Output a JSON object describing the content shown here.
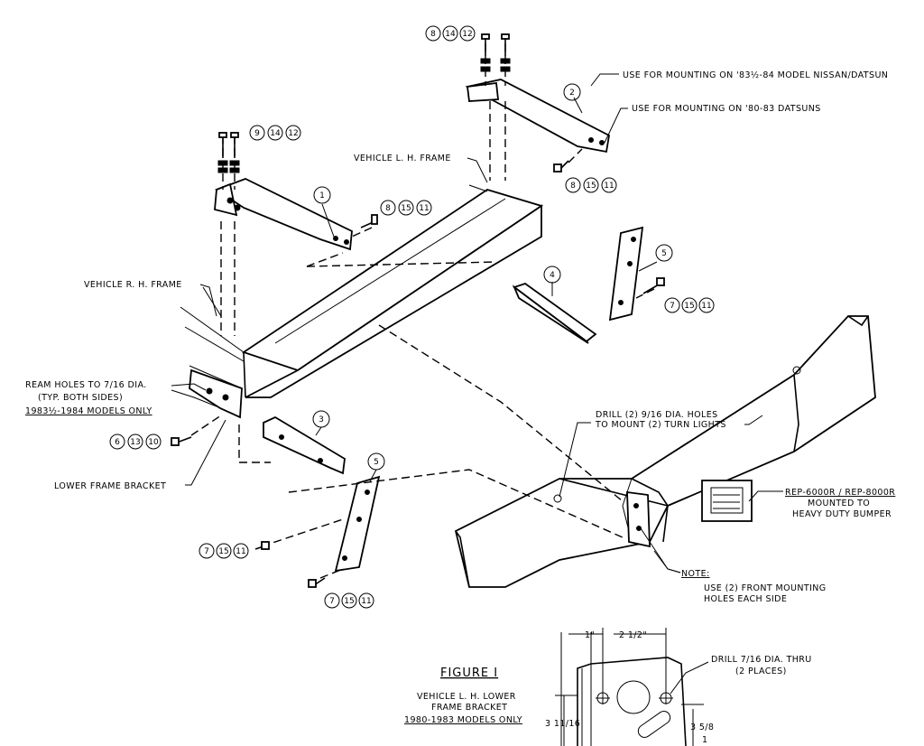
{
  "callouts": {
    "top_center_parts": [
      "8",
      "14",
      "12"
    ],
    "left_bolt_parts": [
      "9",
      "14",
      "12"
    ],
    "bracket1_bolt_parts": [
      "8",
      "15",
      "11"
    ],
    "bracket2_bolt_parts": [
      "8",
      "15",
      "11"
    ],
    "bracket5_upper_bolt_parts": [
      "7",
      "15",
      "11"
    ],
    "lower_frame_bolt_parts": [
      "6",
      "13",
      "10"
    ],
    "bracket5_lower_left_parts": [
      "7",
      "15",
      "11"
    ],
    "bracket5_lower_bottom_parts": [
      "7",
      "15",
      "11"
    ],
    "part_1": "1",
    "part_2": "2",
    "part_3": "3",
    "part_4": "4",
    "part_5_upper": "5",
    "part_5_lower": "5"
  },
  "labels": {
    "use_1983": "USE FOR MOUNTING ON '83½-84 MODEL NISSAN/DATSUN",
    "use_80_83": "USE FOR MOUNTING ON '80-83 DATSUNS",
    "vehicle_lh_frame": "VEHICLE L. H. FRAME",
    "vehicle_rh_frame": "VEHICLE R. H. FRAME",
    "ream_line1": "REAM HOLES TO 7/16 DIA.",
    "ream_line2": "(TYP. BOTH SIDES)",
    "ream_line3": "1983½-1984 MODELS ONLY",
    "lower_frame_bracket": "LOWER FRAME BRACKET",
    "drill_line1": "DRILL (2) 9/16 DIA. HOLES",
    "drill_line2": "TO MOUNT (2) TURN LIGHTS",
    "rep_line1": "REP-6000R / REP-8000R",
    "rep_line2": "MOUNTED TO",
    "rep_line3": "HEAVY DUTY BUMPER",
    "note_title": "NOTE:",
    "note_line1": "USE (2) FRONT MOUNTING",
    "note_line2": "HOLES EACH SIDE",
    "figure_title": "FIGURE I",
    "fig_line1": "VEHICLE L. H. LOWER",
    "fig_line2": "FRAME BRACKET",
    "fig_line3": "1980-1983 MODELS ONLY",
    "dim_1": "1\"",
    "dim_2_half": "2 1/2\"",
    "drill_thru_1": "DRILL 7/16 DIA. THRU",
    "drill_thru_2": "(2 PLACES)",
    "dim_3_11_16": "3 11/16",
    "dim_3_5_8": "3 5/8",
    "dim_1_bottom": "1"
  }
}
